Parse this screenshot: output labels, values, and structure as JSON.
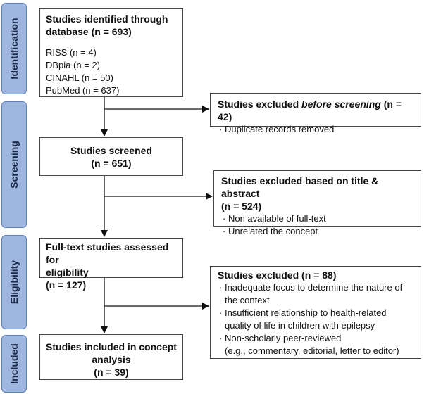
{
  "stages": {
    "identification": "Identification",
    "screening": "Screening",
    "eligibility": "Eligibility",
    "included": "Included"
  },
  "identified": {
    "title_line1": "Studies identified through",
    "title_line2": "database (n = 693)",
    "sources": [
      "RISS (n = 4)",
      "DBpia (n = 2)",
      "CINAHL (n = 50)",
      "PubMed (n = 637)"
    ]
  },
  "excluded_before": {
    "title_prefix": "Studies excluded ",
    "title_italic": "before screening",
    "title_suffix": " (n = 42)",
    "reasons": [
      "Duplicate records removed"
    ]
  },
  "screened": {
    "line1": "Studies screened",
    "line2": "(n = 651)"
  },
  "excluded_title": {
    "title_line1": "Studies excluded based on title & abstract",
    "title_line2": "(n = 524)",
    "reasons": [
      "Non available of full-text",
      "Unrelated the concept"
    ]
  },
  "fulltext": {
    "line1": "Full-text studies assessed for",
    "line2": "eligibility",
    "line3": "(n = 127)"
  },
  "excluded_fulltext": {
    "title": "Studies excluded (n = 88)",
    "reasons": [
      [
        "Inadequate focus to determine the nature of",
        "the context"
      ],
      [
        "Insufficient relationship to health-related",
        "quality of life in children with epilepsy"
      ],
      [
        "Non-scholarly peer-reviewed",
        "(e.g., commentary, editorial, letter to editor)"
      ]
    ]
  },
  "included": {
    "line1": "Studies included in concept",
    "line2": "analysis",
    "line3": "(n = 39)"
  }
}
